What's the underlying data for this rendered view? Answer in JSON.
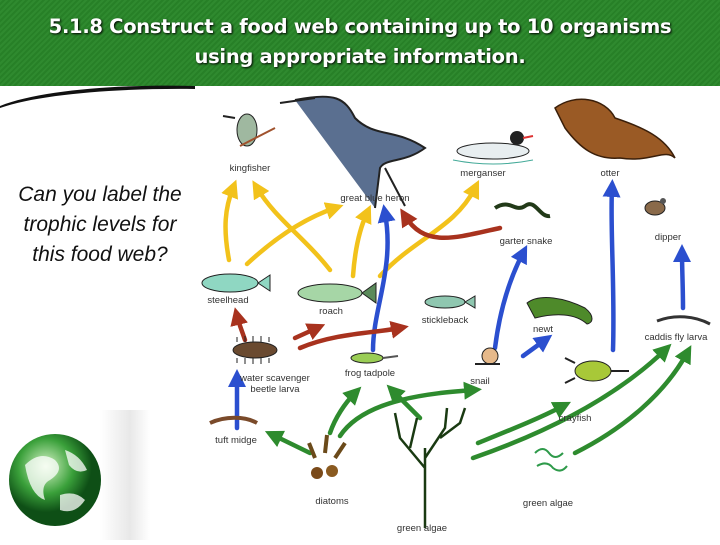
{
  "slide": {
    "title_line1": "5.1.8 Construct a food web containing up to 10 organisms",
    "title_line2": "using appropriate information.",
    "question": "Can you label the trophic levels for this food web?"
  },
  "food_web": {
    "organisms": {
      "kingfisher": "kingfisher",
      "heron": "great blue heron",
      "merganser": "merganser",
      "otter": "otter",
      "dipper": "dipper",
      "garter_snake": "garter snake",
      "steelhead": "steelhead",
      "roach": "roach",
      "stickleback": "stickleback",
      "newt": "newt",
      "caddis": "caddis fly larva",
      "beetle_line1": "water scavenger",
      "beetle_line2": "beetle larva",
      "tadpole": "frog tadpole",
      "snail": "snail",
      "crayfish": "crayfish",
      "tuft_midge": "tuft midge",
      "diatoms": "diatoms",
      "green_algae_1": "green algae",
      "green_algae_2": "green algae"
    },
    "arrow_colors": {
      "green": "#2e8b2e",
      "blue": "#2b4fcf",
      "red": "#a8321e",
      "yellow": "#f2c21b"
    }
  }
}
